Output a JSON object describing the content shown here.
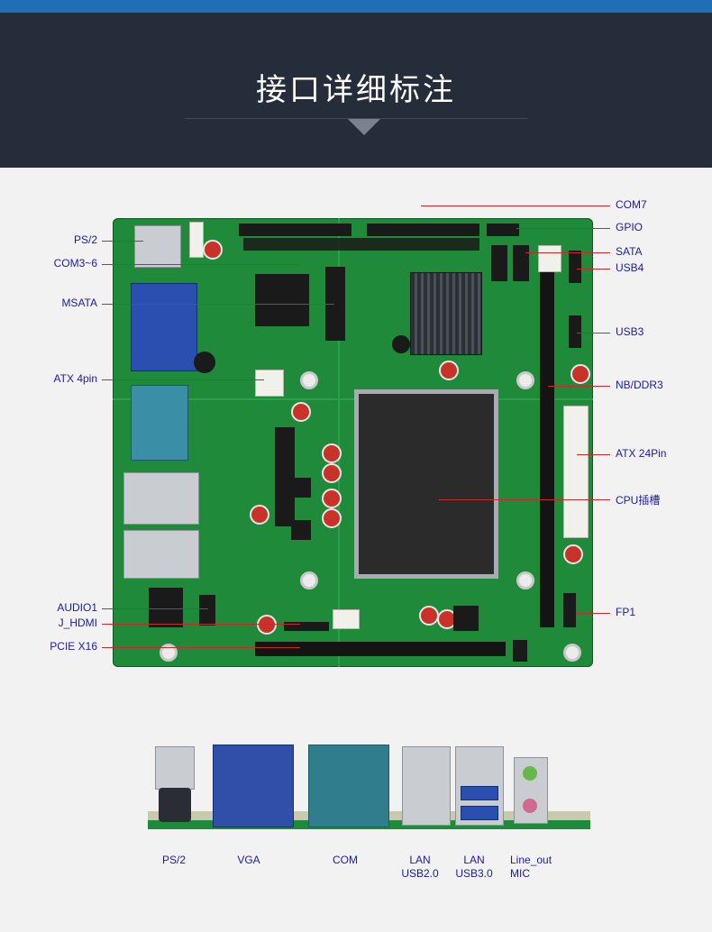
{
  "header": {
    "title": "接口详细标注"
  },
  "board_labels_left": [
    {
      "key": "ps2",
      "text": "PS/2"
    },
    {
      "key": "com3_6",
      "text": "COM3~6"
    },
    {
      "key": "msata",
      "text": "MSATA"
    },
    {
      "key": "atx4pin",
      "text": "ATX 4pin"
    },
    {
      "key": "audio1",
      "text": "AUDIO1"
    },
    {
      "key": "j_hdmi",
      "text": "J_HDMI"
    },
    {
      "key": "pcie_x16",
      "text": "PCIE X16"
    }
  ],
  "board_labels_right": [
    {
      "key": "com7",
      "text": "COM7"
    },
    {
      "key": "gpio",
      "text": "GPIO"
    },
    {
      "key": "sata",
      "text": "SATA"
    },
    {
      "key": "usb4",
      "text": "USB4"
    },
    {
      "key": "usb3",
      "text": "USB3"
    },
    {
      "key": "nb_ddr3",
      "text": "NB/DDR3"
    },
    {
      "key": "atx24pin",
      "text": "ATX 24Pin"
    },
    {
      "key": "cpu_socket",
      "text": "CPU插槽"
    },
    {
      "key": "fp1",
      "text": "FP1"
    }
  ],
  "io_labels": [
    {
      "key": "ps2",
      "line1": "PS/2",
      "line2": ""
    },
    {
      "key": "vga",
      "line1": "VGA",
      "line2": ""
    },
    {
      "key": "com",
      "line1": "COM",
      "line2": ""
    },
    {
      "key": "lan_usb2",
      "line1": "LAN",
      "line2": "USB2.0"
    },
    {
      "key": "lan_usb3",
      "line1": "LAN",
      "line2": "USB3.0"
    },
    {
      "key": "lineout_mic",
      "line1": "Line_out",
      "line2": "MIC"
    }
  ],
  "colors": {
    "accent_bar": "#1f6fb5",
    "header_bg": "#252d3a",
    "pcb_green": "#1f8a3a",
    "label_blue": "#1a1aa8",
    "leader_red": "#c82a2a"
  }
}
